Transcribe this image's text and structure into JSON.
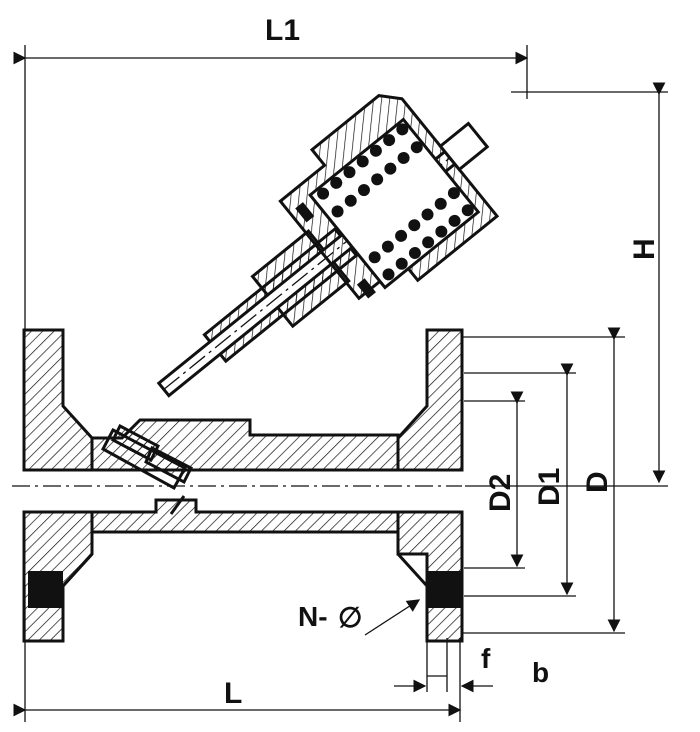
{
  "drawing": {
    "title": "",
    "labels": {
      "L1": "L1",
      "H": "H",
      "D2": "D2",
      "D1": "D1",
      "D": "D",
      "N": "N-",
      "phi": "∅",
      "f": "f",
      "b": "b",
      "L": "L"
    }
  }
}
